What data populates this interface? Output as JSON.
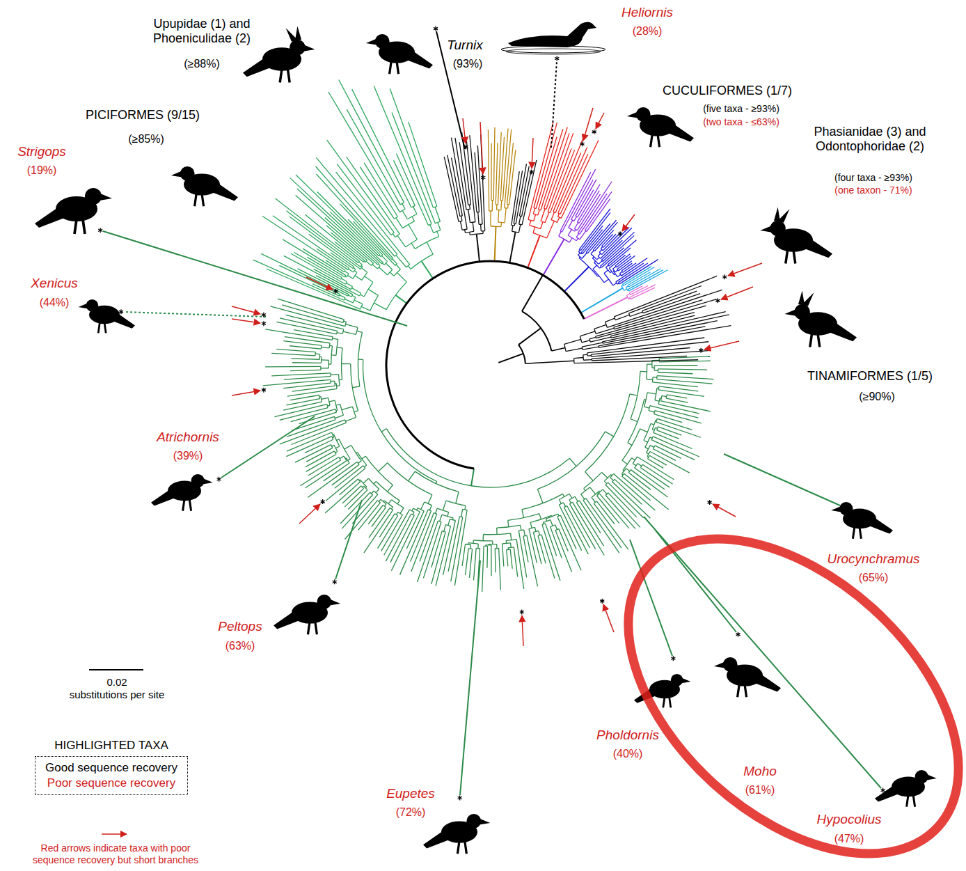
{
  "diagram": {
    "nodes": [
      {
        "text": [
          "HIGHLIGHTED TAXA",
          "Good sequence recovery",
          "Poor sequence recovery"
        ]
      }
    ],
    "labels": [
      "Upupidae (1) and Phoeniculidae (2)",
      "(≥88%)",
      "Turnix",
      "(93%)",
      "Heliornis",
      "(28%)",
      "CUCULIFORMES (1/7)",
      "(five taxa - ≥93%)",
      "(two taxa - ≤63%)",
      "Phasianidae (3) and Odontophoridae (2)",
      "(four taxa - ≥93%)",
      "(one taxon - 71%)",
      "TINAMIFORMES (1/5)",
      "(≥90%)",
      "PICIFORMES (9/15)",
      "(≥85%)",
      "Strigops",
      "(19%)",
      "Xenicus",
      "(44%)",
      "Atrichornis",
      "(39%)",
      "Peltops",
      "(63%)",
      "Eupetes",
      "(72%)",
      "Pholdornis",
      "(40%)",
      "Moho",
      "(61%)",
      "Hypocolius",
      "(47%)",
      "Urocynchramus",
      "(65%)",
      "0.02",
      "substitutions per site"
    ],
    "legend": [
      {
        "text": "Red arrows indicate taxa with poor sequence recovery but short branches"
      }
    ]
  }
}
